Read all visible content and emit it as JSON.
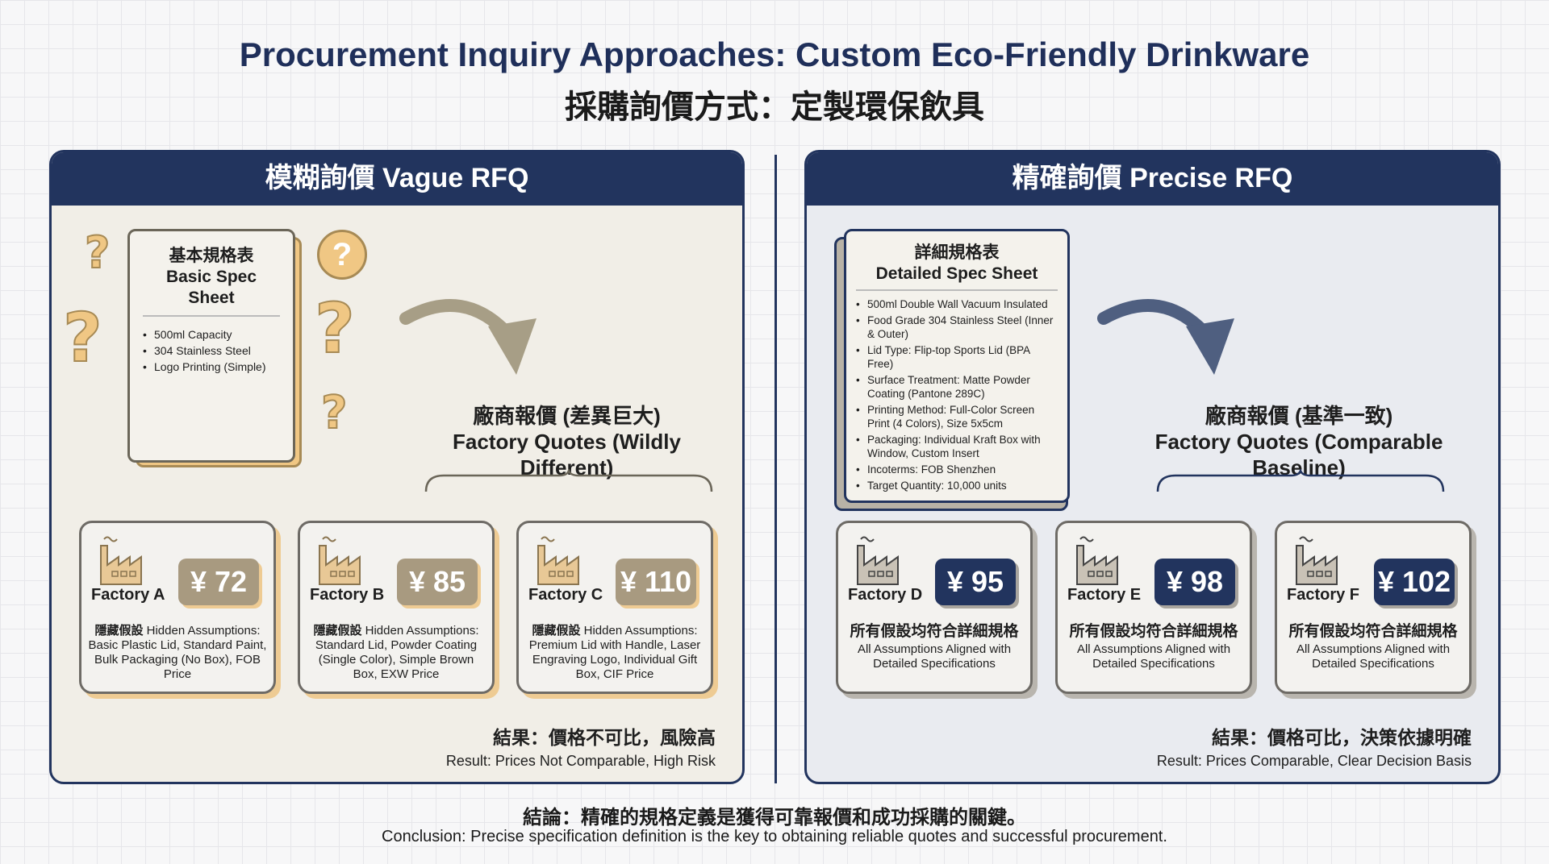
{
  "title": {
    "en": "Procurement Inquiry Approaches: Custom Eco-Friendly Drinkware",
    "zh": "採購詢價方式：定製環保飲具"
  },
  "colors": {
    "navy": "#22345e",
    "tan": "#f0c784",
    "vague_price": "#a89a80",
    "precise_price": "#22345e"
  },
  "vague": {
    "header": "模糊詢價 Vague RFQ",
    "sheet": {
      "title_zh": "基本規格表",
      "title_en": "Basic Spec Sheet",
      "items": [
        "500ml Capacity",
        "304 Stainless Steel",
        "Logo Printing (Simple)"
      ]
    },
    "quotes_zh": "廠商報價 (差異巨大)",
    "quotes_en": "Factory Quotes (Wildly Different)",
    "factories": [
      {
        "name": "Factory A",
        "price": "¥ 72",
        "label_zh": "隱藏假設",
        "desc": "Hidden Assumptions: Basic Plastic Lid, Standard Paint, Bulk Packaging (No Box), FOB Price"
      },
      {
        "name": "Factory B",
        "price": "¥ 85",
        "label_zh": "隱藏假設",
        "desc": "Hidden Assumptions: Standard Lid, Powder Coating (Single Color), Simple Brown Box, EXW Price"
      },
      {
        "name": "Factory C",
        "price": "¥ 110",
        "label_zh": "隱藏假設",
        "desc": "Hidden Assumptions: Premium Lid with Handle, Laser Engraving Logo, Individual Gift Box, CIF Price"
      }
    ],
    "result_zh": "結果：價格不可比，風險高",
    "result_en": "Result: Prices Not Comparable, High Risk"
  },
  "precise": {
    "header": "精確詢價 Precise RFQ",
    "sheet": {
      "title_zh": "詳細規格表",
      "title_en": "Detailed Spec Sheet",
      "items": [
        "500ml Double Wall Vacuum Insulated",
        "Food Grade 304 Stainless Steel (Inner & Outer)",
        "Lid Type: Flip-top Sports Lid (BPA Free)",
        "Surface Treatment: Matte Powder Coating (Pantone 289C)",
        "Printing Method: Full-Color Screen Print (4 Colors), Size 5x5cm",
        "Packaging: Individual Kraft Box with Window, Custom Insert",
        "Incoterms: FOB Shenzhen",
        "Target Quantity: 10,000 units"
      ]
    },
    "quotes_zh": "廠商報價 (基準一致)",
    "quotes_en": "Factory Quotes (Comparable Baseline)",
    "factories": [
      {
        "name": "Factory D",
        "price": "¥ 95",
        "label_zh": "所有假設均符合詳細規格",
        "desc": "All Assumptions Aligned with Detailed Specifications"
      },
      {
        "name": "Factory E",
        "price": "¥ 98",
        "label_zh": "所有假設均符合詳細規格",
        "desc": "All Assumptions Aligned with Detailed Specifications"
      },
      {
        "name": "Factory F",
        "price": "¥ 102",
        "label_zh": "所有假設均符合詳細規格",
        "desc": "All Assumptions Aligned with Detailed Specifications"
      }
    ],
    "result_zh": "結果：價格可比，決策依據明確",
    "result_en": "Result: Prices Comparable, Clear Decision Basis"
  },
  "conclusion": {
    "zh": "結論：精確的規格定義是獲得可靠報價和成功採購的關鍵。",
    "en": "Conclusion: Precise specification definition is the key to obtaining reliable quotes and successful procurement."
  }
}
